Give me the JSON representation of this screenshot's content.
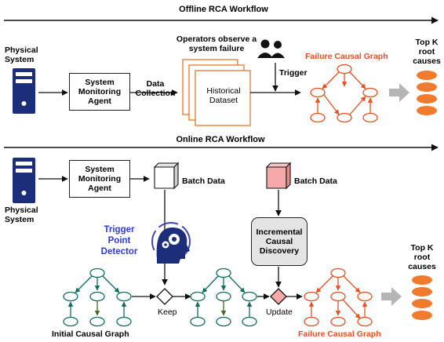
{
  "offline": {
    "title": "Offline RCA Workflow",
    "physical_system": "Physical System",
    "monitoring_agent": "System Monitoring Agent",
    "data_collection": "Data Collection",
    "historical_dataset": "Historical Dataset",
    "operators_note": "Operators observe a system failure",
    "trigger": "Trigger",
    "failure_graph": "Failure Causal Graph",
    "top_k": "Top K root causes"
  },
  "online": {
    "title": "Online  RCA Workflow",
    "physical_system": "Physical System",
    "monitoring_agent": "System Monitoring Agent",
    "batch_data_1": "Batch Data",
    "batch_data_2": "Batch Data",
    "trigger_detector": "Trigger Point Detector",
    "incremental": "Incremental Causal Discovery",
    "keep": "Keep",
    "update": "Update",
    "initial_graph": "Initial  Causal Graph",
    "failure_graph": "Failure Causal Graph",
    "top_k": "Top K root causes"
  },
  "colors": {
    "orange": "#e8501f",
    "teal": "#0d6e62",
    "olive": "#3f6d1c",
    "server": "#1c2e7a",
    "batch_pink": "#f6a9a9",
    "blue_text": "#2b3bd4"
  }
}
